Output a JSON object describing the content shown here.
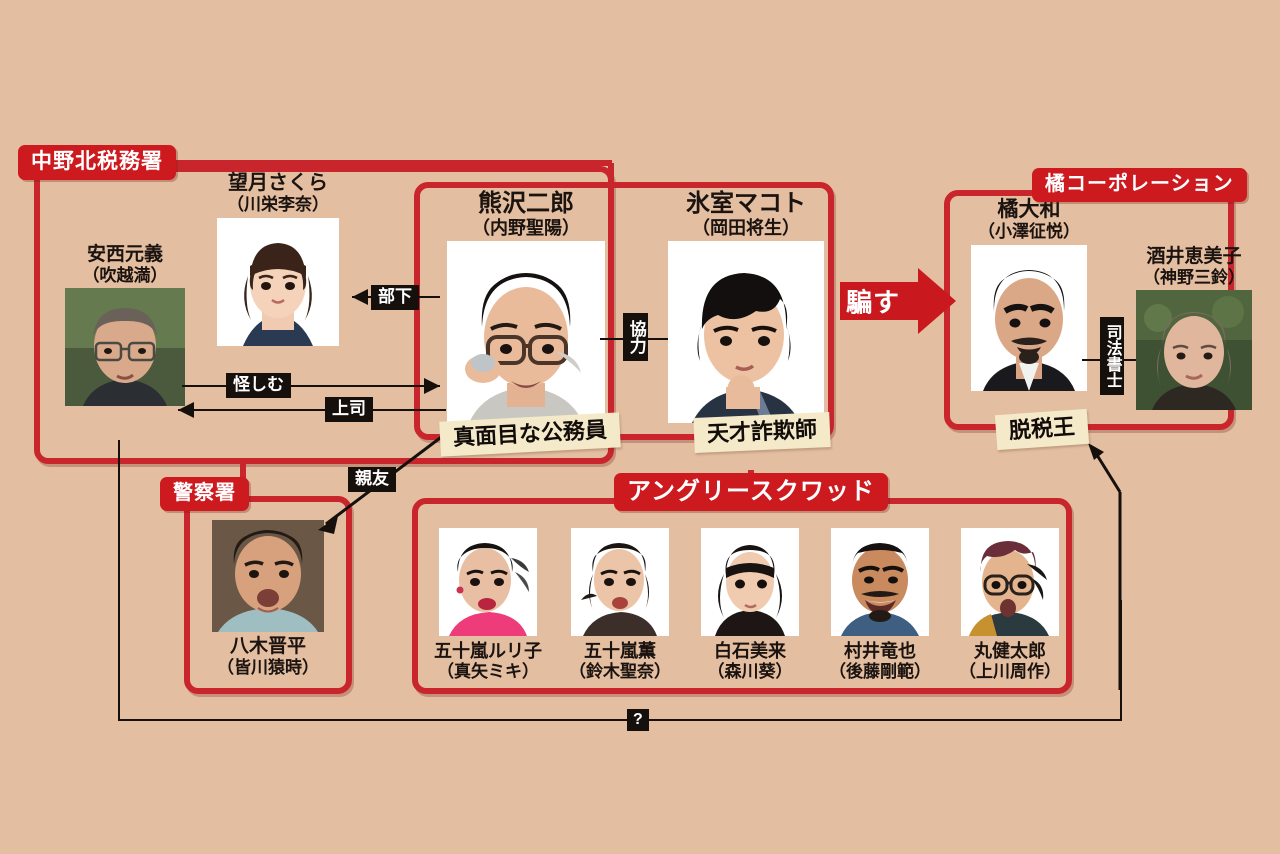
{
  "meta": {
    "background_color": "#e3bea0",
    "accent_red": "#cc1a1f",
    "box_red": "#c9252c",
    "tag_cream": "#f4e9c8",
    "label_black": "#16100d"
  },
  "groups": [
    {
      "id": "tax-office",
      "label": "中野北税務署"
    },
    {
      "id": "police",
      "label": "警察署"
    },
    {
      "id": "angry-squad",
      "label": "アングリースクワッド"
    },
    {
      "id": "tachibana",
      "label": "橘コーポレーション"
    }
  ],
  "people": {
    "mochizuki": {
      "name": "望月さくら",
      "actor": "（川栄李奈）"
    },
    "anzai": {
      "name": "安西元義",
      "actor": "（吹越満）"
    },
    "kumazawa": {
      "name": "熊沢二郎",
      "actor": "（内野聖陽）"
    },
    "himuro": {
      "name": "氷室マコト",
      "actor": "（岡田将生）"
    },
    "tachibana": {
      "name": "橘大和",
      "actor": "（小澤征悦）"
    },
    "sakai": {
      "name": "酒井恵美子",
      "actor": "（神野三鈴）"
    },
    "yagi": {
      "name": "八木晋平",
      "actor": "（皆川猿時）"
    },
    "ruriko": {
      "name": "五十嵐ルリ子",
      "actor": "（真矢ミキ）"
    },
    "kaoru": {
      "name": "五十嵐薫",
      "actor": "（鈴木聖奈）"
    },
    "miku": {
      "name": "白石美来",
      "actor": "（森川葵）"
    },
    "murai": {
      "name": "村井竜也",
      "actor": "（後藤剛範）"
    },
    "maru": {
      "name": "丸健太郎",
      "actor": "（上川周作）"
    }
  },
  "tags": {
    "kumazawa_tag": "真面目な公務員",
    "himuro_tag": "天才詐欺師",
    "tachibana_tag": "脱税王"
  },
  "connectors": {
    "buka": "部下",
    "ayashimu": "怪しむ",
    "joushi": "上司",
    "shinyuu": "親友",
    "kyouryoku": "協力",
    "shihou": "司法書士",
    "question": "?",
    "damasu": "騙す"
  }
}
